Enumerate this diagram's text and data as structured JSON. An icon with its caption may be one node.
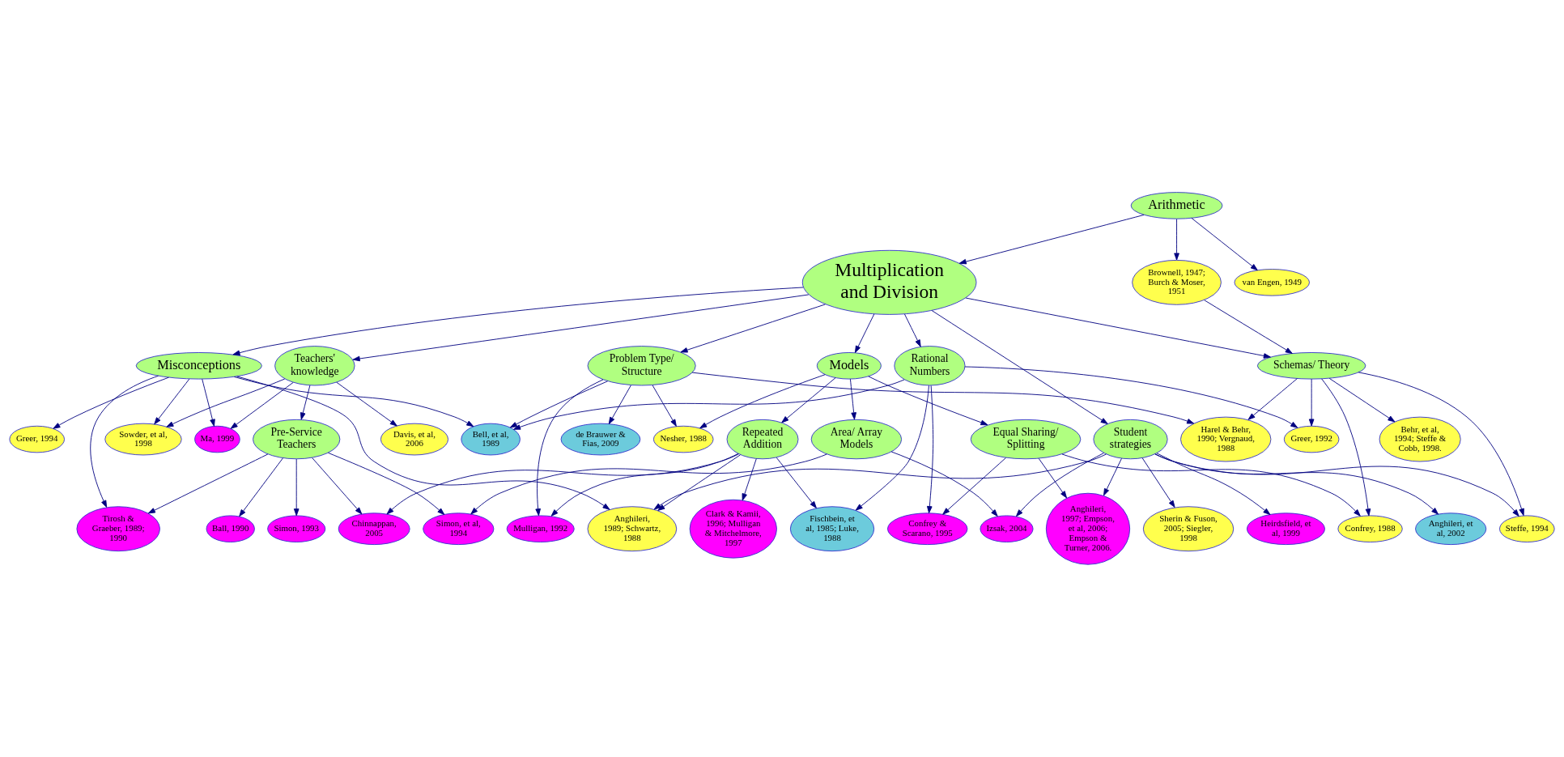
{
  "diagram": {
    "nodes": [
      {
        "text": [
          "Multiplication and Division"
        ]
      },
      {
        "text": [
          "Arithmetic"
        ]
      },
      {
        "text": [
          "Brownell, 1947; Burch & Moser, 1951"
        ]
      },
      {
        "text": [
          "Teachers' knowledge"
        ]
      },
      {
        "text": [
          "Misconceptions"
        ]
      },
      {
        "text": [
          "Student strategies"
        ]
      },
      {
        "text": [
          "Problem Type/ Structure"
        ]
      },
      {
        "text": [
          "van Engen, 1949"
        ]
      },
      {
        "text": [
          "Rational Numbers"
        ]
      },
      {
        "text": [
          "Schemas/ Theory"
        ]
      },
      {
        "text": [
          "Davis, et al, 2006"
        ]
      },
      {
        "text": [
          "Ma, 1999"
        ]
      },
      {
        "text": [
          "Bell, et al, 1989"
        ]
      },
      {
        "text": [
          "Greer, 1992"
        ]
      },
      {
        "text": [
          "Pre-Service Teachers"
        ]
      },
      {
        "text": [
          "Sowder, et al, 1998"
        ]
      },
      {
        "text": [
          "Greer, 1994"
        ]
      },
      {
        "text": [
          "Nesher, 1988"
        ]
      },
      {
        "text": [
          "Harel & Behr, 1990; Vergnaud, 1988"
        ]
      },
      {
        "text": [
          "Confrey & Scarano, 1995"
        ]
      },
      {
        "text": [
          "Steffe, 1994"
        ]
      },
      {
        "text": [
          "Confrey, 1988"
        ]
      },
      {
        "text": [
          "Ball, 1990"
        ]
      },
      {
        "text": [
          "Anghileri, 1989; Schwartz, 1988"
        ]
      },
      {
        "text": [
          "de Brauwer & Fias, 2009"
        ]
      },
      {
        "text": [
          "Behr, et al, 1994; Steffe & Cobb, 1998."
        ]
      },
      {
        "text": [
          "Mulligan, 1992"
        ]
      },
      {
        "text": [
          "Fischbein, et al, 1985; Luke, 1988"
        ]
      },
      {
        "text": [
          "Simon, 1993"
        ]
      },
      {
        "text": [
          "Tirosh & Graeber, 1989; 1990"
        ]
      },
      {
        "text": [
          "Izsak, 2004"
        ]
      },
      {
        "text": [
          "Heirdsfield, et al, 1999"
        ]
      },
      {
        "text": [
          "Simon, et al, 1994"
        ]
      },
      {
        "text": [
          "Clark & Kamii, 1996; Mulligan & Mitchelmore, 1997"
        ]
      },
      {
        "text": [
          "Models"
        ]
      },
      {
        "text": [
          "Anghileri, et al, 2002"
        ]
      },
      {
        "text": [
          "Chinnappan, 2005"
        ]
      },
      {
        "text": [
          "Repeated Addition"
        ]
      },
      {
        "text": [
          "Equal Sharing/ Splitting"
        ]
      },
      {
        "text": [
          "Sherin & Fuson, 2005; Siegler, 1998"
        ]
      },
      {
        "text": [
          "Anghileri, 1997; Empson, et al, 2006; Empson & Turner, 2006."
        ]
      },
      {
        "text": [
          "Area/ Array Models"
        ]
      }
    ],
    "edges": [
      {
        "from": 1,
        "to": 0,
        "arrow": "to"
      },
      {
        "from": 1,
        "to": 2,
        "arrow": "to"
      },
      {
        "from": 1,
        "to": 7,
        "arrow": "to"
      },
      {
        "from": 2,
        "to": 9,
        "arrow": "to"
      },
      {
        "from": 0,
        "to": 3,
        "arrow": "to"
      },
      {
        "from": 0,
        "to": 4,
        "arrow": "to"
      },
      {
        "from": 0,
        "to": 5,
        "arrow": "to"
      },
      {
        "from": 0,
        "to": 6,
        "arrow": "to"
      },
      {
        "from": 0,
        "to": 8,
        "arrow": "to"
      },
      {
        "from": 0,
        "to": 9,
        "arrow": "to"
      },
      {
        "from": 0,
        "to": 34,
        "arrow": "to"
      },
      {
        "from": 3,
        "to": 10,
        "arrow": "to"
      },
      {
        "from": 3,
        "to": 11,
        "arrow": "to"
      },
      {
        "from": 3,
        "to": 14,
        "arrow": "to"
      },
      {
        "from": 3,
        "to": 15,
        "arrow": "to"
      },
      {
        "from": 4,
        "to": 11,
        "arrow": "to"
      },
      {
        "from": 4,
        "to": 15,
        "arrow": "to"
      },
      {
        "from": 4,
        "to": 16,
        "arrow": "to"
      },
      {
        "from": 4,
        "to": 12,
        "arrow": "to"
      },
      {
        "from": 4,
        "to": 23,
        "arrow": "to"
      },
      {
        "from": 4,
        "to": 29,
        "arrow": "to"
      },
      {
        "from": 5,
        "to": 23,
        "arrow": "to"
      },
      {
        "from": 5,
        "to": 31,
        "arrow": "to"
      },
      {
        "from": 5,
        "to": 35,
        "arrow": "to"
      },
      {
        "from": 5,
        "to": 30,
        "arrow": "to"
      },
      {
        "from": 5,
        "to": 39,
        "arrow": "to"
      },
      {
        "from": 5,
        "to": 40,
        "arrow": "to"
      },
      {
        "from": 5,
        "to": 20,
        "arrow": "to"
      },
      {
        "from": 6,
        "to": 12,
        "arrow": "to"
      },
      {
        "from": 6,
        "to": 17,
        "arrow": "to"
      },
      {
        "from": 6,
        "to": 24,
        "arrow": "to"
      },
      {
        "from": 6,
        "to": 18,
        "arrow": "to"
      },
      {
        "from": 6,
        "to": 26,
        "arrow": "to"
      },
      {
        "from": 8,
        "to": 12,
        "arrow": "to"
      },
      {
        "from": 8,
        "to": 13,
        "arrow": "to"
      },
      {
        "from": 8,
        "to": 19,
        "arrow": "to"
      },
      {
        "from": 8,
        "to": 27,
        "arrow": "to"
      },
      {
        "from": 9,
        "to": 13,
        "arrow": "to"
      },
      {
        "from": 9,
        "to": 18,
        "arrow": "to"
      },
      {
        "from": 9,
        "to": 21,
        "arrow": "to"
      },
      {
        "from": 9,
        "to": 20,
        "arrow": "to"
      },
      {
        "from": 9,
        "to": 25,
        "arrow": "to"
      },
      {
        "from": 14,
        "to": 22,
        "arrow": "to"
      },
      {
        "from": 14,
        "to": 28,
        "arrow": "to"
      },
      {
        "from": 14,
        "to": 29,
        "arrow": "to"
      },
      {
        "from": 14,
        "to": 32,
        "arrow": "to"
      },
      {
        "from": 14,
        "to": 36,
        "arrow": "to"
      },
      {
        "from": 34,
        "to": 37,
        "arrow": "to"
      },
      {
        "from": 34,
        "to": 38,
        "arrow": "to"
      },
      {
        "from": 34,
        "to": 41,
        "arrow": "to"
      },
      {
        "from": 34,
        "to": 17,
        "arrow": "to"
      },
      {
        "from": 37,
        "to": 36,
        "arrow": "to"
      },
      {
        "from": 37,
        "to": 33,
        "arrow": "to"
      },
      {
        "from": 37,
        "to": 26,
        "arrow": "to"
      },
      {
        "from": 37,
        "to": 27,
        "arrow": "to"
      },
      {
        "from": 37,
        "to": 23,
        "arrow": "to"
      },
      {
        "from": 38,
        "to": 19,
        "arrow": "to"
      },
      {
        "from": 38,
        "to": 21,
        "arrow": "to"
      },
      {
        "from": 38,
        "to": 40,
        "arrow": "to"
      },
      {
        "from": 41,
        "to": 30,
        "arrow": "to"
      },
      {
        "from": 41,
        "to": 32,
        "arrow": "to"
      }
    ]
  }
}
